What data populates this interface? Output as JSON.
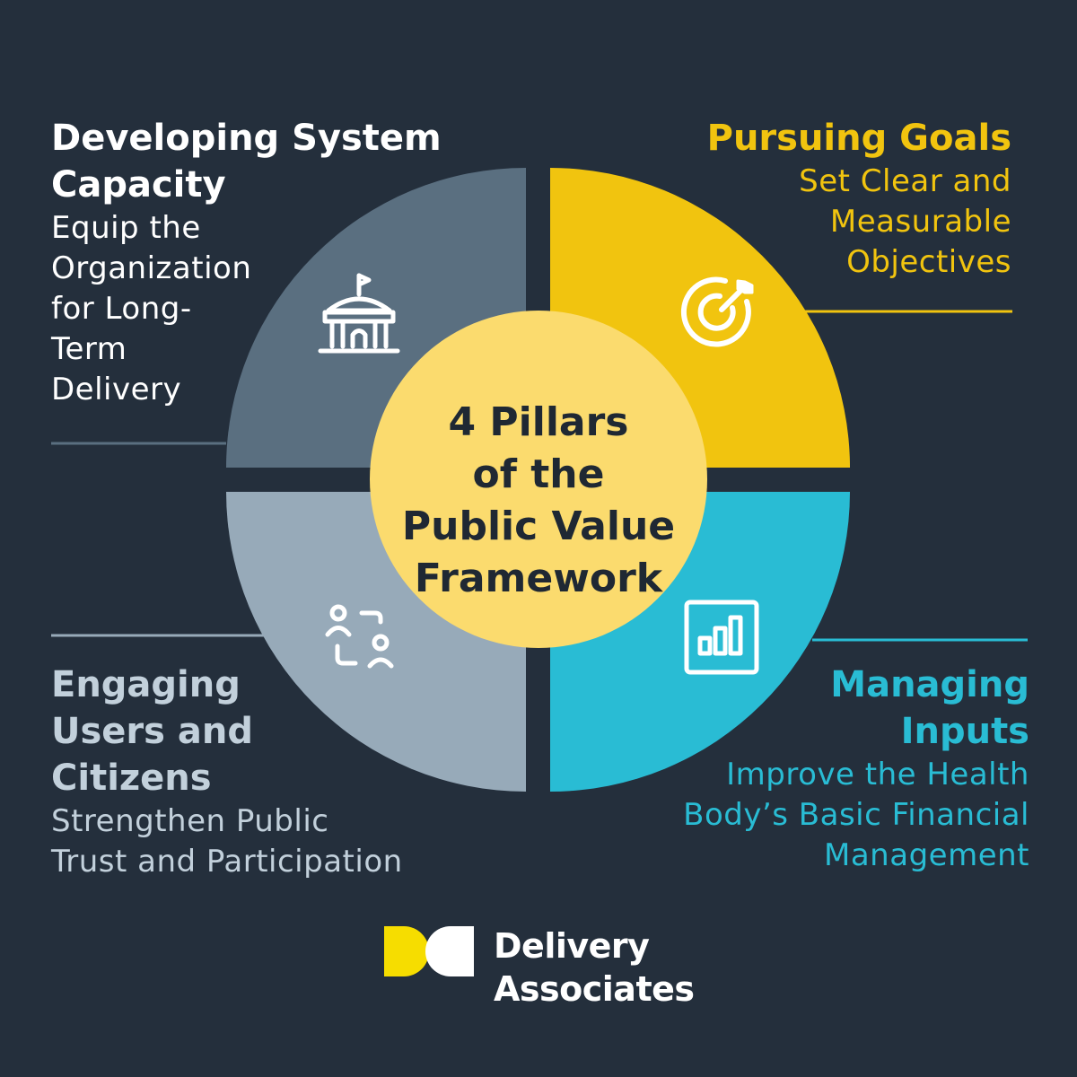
{
  "center": {
    "title": "4 Pillars\nof the\nPublic Value\nFramework"
  },
  "pillars": {
    "top_left": {
      "title": "Developing System\nCapacity",
      "subtitle": "Equip the\nOrganization\nfor Long-\nTerm\nDelivery",
      "icon": "building-icon",
      "color": "#5a6f80"
    },
    "top_right": {
      "title": "Pursuing Goals",
      "subtitle": "Set Clear and\nMeasurable\nObjectives",
      "icon": "target-icon",
      "color": "#f1c40f"
    },
    "bottom_left": {
      "title": "Engaging\nUsers and\nCitizens",
      "subtitle": "Strengthen Public\nTrust and Participation",
      "icon": "users-icon",
      "color": "#97aab9"
    },
    "bottom_right": {
      "title": "Managing\nInputs",
      "subtitle": "Improve the Health\nBody’s Basic Financial\nManagement",
      "icon": "bar-chart-icon",
      "color": "#29bcd4"
    }
  },
  "logo": {
    "text": "Delivery\nAssociates",
    "mark_colors": [
      "#f6dd00",
      "#ffffff"
    ]
  },
  "colors": {
    "background": "#242f3c",
    "center": "#fbdb6e"
  }
}
